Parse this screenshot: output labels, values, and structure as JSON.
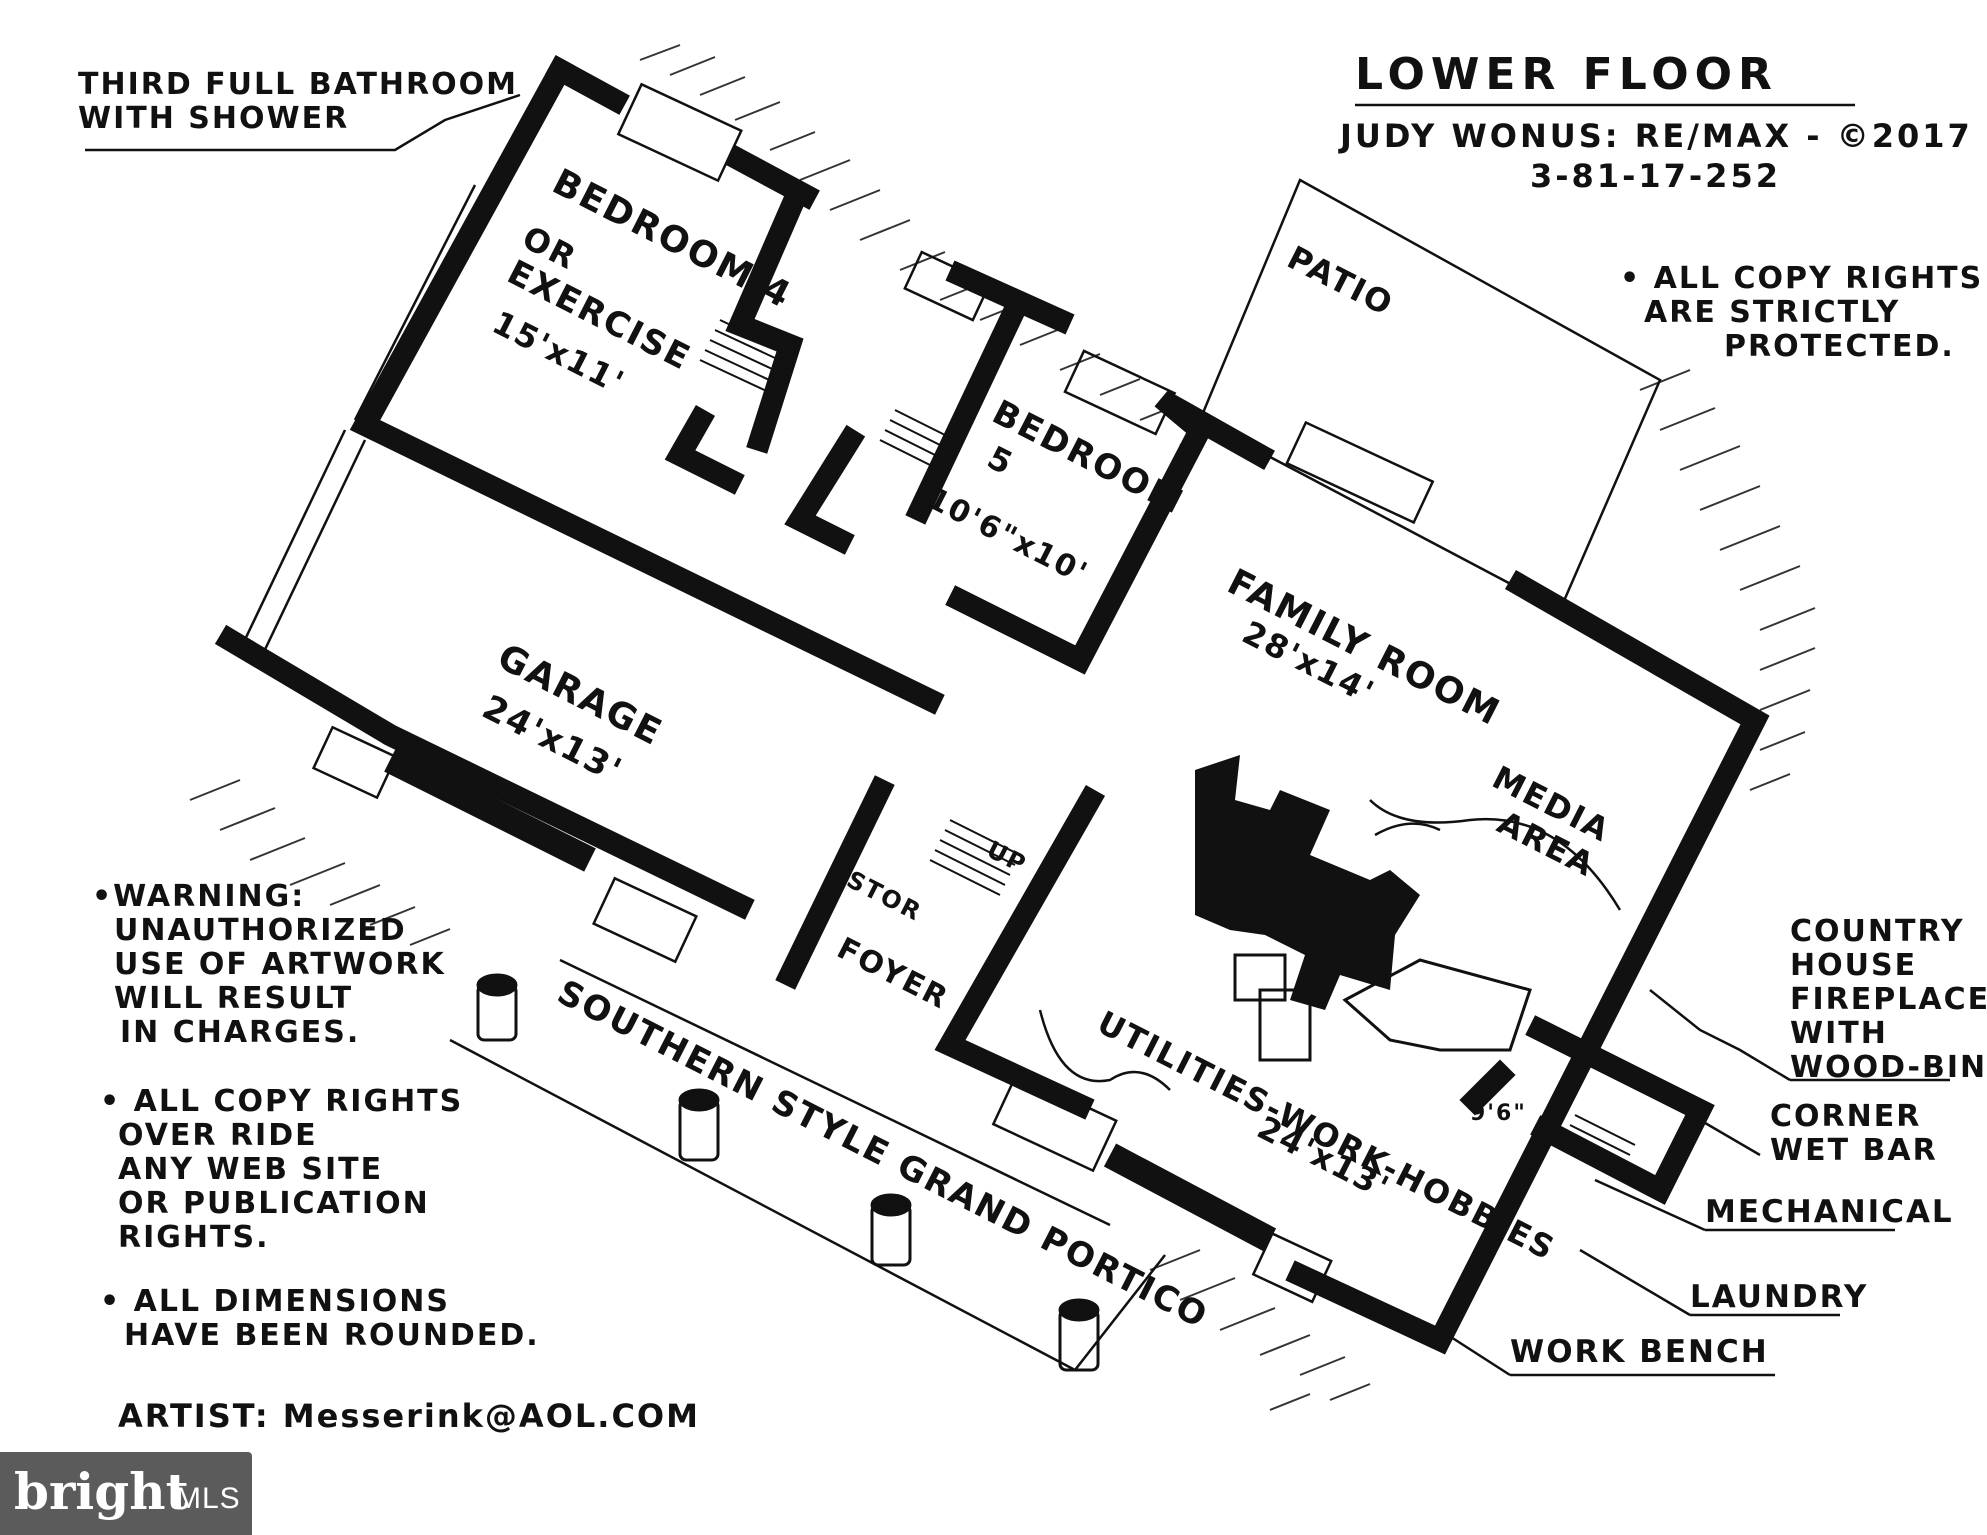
{
  "header": {
    "title": "LOWER FLOOR",
    "credit_line1": "JUDY WONUS: RE/MAX - ©2017",
    "credit_line2": "3-81-17-252"
  },
  "callouts": {
    "bathroom": [
      "THIRD FULL BATHROOM",
      "WITH SHOWER"
    ],
    "fireplace": [
      "COUNTRY",
      "HOUSE",
      "FIREPLACE",
      "WITH",
      "WOOD-BIN"
    ],
    "wet_bar": [
      "CORNER",
      "WET BAR"
    ],
    "mechanical": "MECHANICAL",
    "laundry": "LAUNDRY",
    "work_bench": "WORK BENCH"
  },
  "notes": {
    "copyright_top": [
      "• ALL COPY RIGHTS",
      "ARE STRICTLY",
      "PROTECTED."
    ],
    "warning": [
      "•WARNING:",
      "UNAUTHORIZED",
      "USE OF ARTWORK",
      "WILL RESULT",
      "IN CHARGES."
    ],
    "override": [
      "• ALL COPY RIGHTS",
      "OVER RIDE",
      "ANY WEB SITE",
      "OR PUBLICATION",
      "RIGHTS."
    ],
    "dimensions": [
      "• ALL DIMENSIONS",
      "HAVE BEEN ROUNDED."
    ],
    "artist": "ARTIST: Messerink@AOL.COM"
  },
  "rooms": {
    "bedroom4": {
      "name": "BEDROOM 4",
      "alt": "OR",
      "alt2": "EXERCISE",
      "size": "15'x11'"
    },
    "bedroom5": {
      "name": "BEDROOM",
      "num": "5",
      "size": "10'6\"x10'"
    },
    "patio": "PATIO",
    "family": {
      "name": "FAMILY ROOM",
      "size": "28'x14'"
    },
    "media": [
      "MEDIA",
      "AREA"
    ],
    "garage": {
      "name": "GARAGE",
      "size": "24'x13'"
    },
    "stor": "STOR",
    "up": "UP",
    "foyer": "FOYER",
    "portico": "SOUTHERN STYLE GRAND PORTICO",
    "utilities": {
      "name": "UTILITIES-WORK-HOBBIES",
      "size": "24'x13'"
    },
    "small_dim": "9'6\""
  },
  "watermark": {
    "brand": "bright",
    "suffix": "MLS"
  }
}
